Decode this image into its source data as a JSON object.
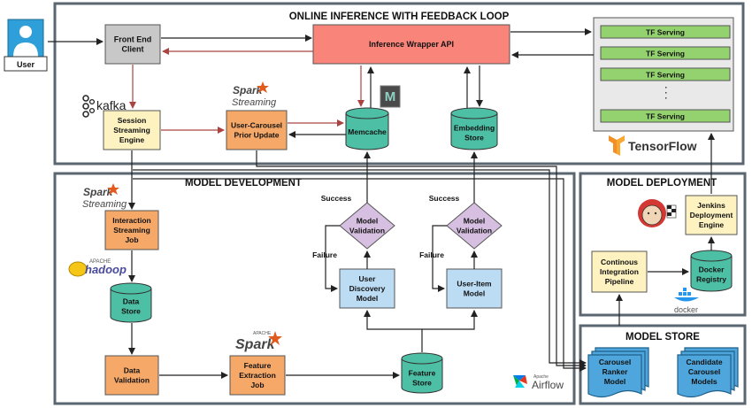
{
  "sections": {
    "online_title": "ONLINE INFERENCE WITH FEEDBACK LOOP",
    "dev_title": "MODEL DEVELOPMENT",
    "deploy_title": "MODEL DEPLOYMENT",
    "store_title": "MODEL STORE"
  },
  "user": {
    "label": "User"
  },
  "nodes": {
    "front_end": [
      "Front End",
      "Client"
    ],
    "inference_api": [
      "Inference Wrapper API"
    ],
    "session_engine": [
      "Session",
      "Streaming",
      "Engine"
    ],
    "carousel_update": [
      "User-Carousel",
      "Prior Update"
    ],
    "memcache": [
      "Memcache"
    ],
    "embedding_store": [
      "Embedding",
      "Store"
    ],
    "interaction_job": [
      "Interaction",
      "Streaming",
      "Job"
    ],
    "data_store": [
      "Data",
      "Store"
    ],
    "data_validation": [
      "Data",
      "Validation"
    ],
    "feature_job": [
      "Feature",
      "Extraction",
      "Job"
    ],
    "feature_store": [
      "Feature",
      "Store"
    ],
    "model_validation_1": [
      "Model",
      "Validation"
    ],
    "model_validation_2": [
      "Model",
      "Validation"
    ],
    "user_discovery": [
      "User",
      "Discovery",
      "Model"
    ],
    "user_item": [
      "User-Item",
      "Model"
    ],
    "jenkins_engine": [
      "Jenkins",
      "Deployment",
      "Engine"
    ],
    "ci_pipeline": [
      "Continous",
      "Integration",
      "Pipeline"
    ],
    "docker_registry": [
      "Docker",
      "Registry"
    ],
    "carousel_ranker": [
      "Carousel",
      "Ranker",
      "Model"
    ],
    "candidate_models": [
      "Candidate",
      "Carousel",
      "Models"
    ]
  },
  "tf_serving": [
    "TF Serving",
    "TF Serving",
    "TF Serving",
    "TF Serving"
  ],
  "edge_labels": {
    "success_1": "Success",
    "failure_1": "Failure",
    "success_2": "Success",
    "failure_2": "Failure"
  },
  "logos": {
    "kafka": "kafka",
    "spark_streaming_word": "Spark",
    "streaming_word": "Streaming",
    "spark_word": "Spark",
    "apache_word": "APACHE",
    "hadoop_word": "hadoop",
    "tensorflow": "TensorFlow",
    "airflow_small": "Apache",
    "airflow": "Airflow",
    "docker": "docker",
    "memcache_letter": "M"
  },
  "colors": {
    "frame": "#5a6670",
    "inference": "#f8847a",
    "yellow": "#fdf2c0",
    "orange": "#f5a868",
    "teal": "#4dbfa5",
    "blue": "#bcdcf4",
    "purple": "#d6bfe0",
    "tf_green": "#93d26f",
    "tf_panel": "#e9e9e9",
    "doc_blue": "#4ea6dc",
    "red_arrow": "#a94442"
  }
}
